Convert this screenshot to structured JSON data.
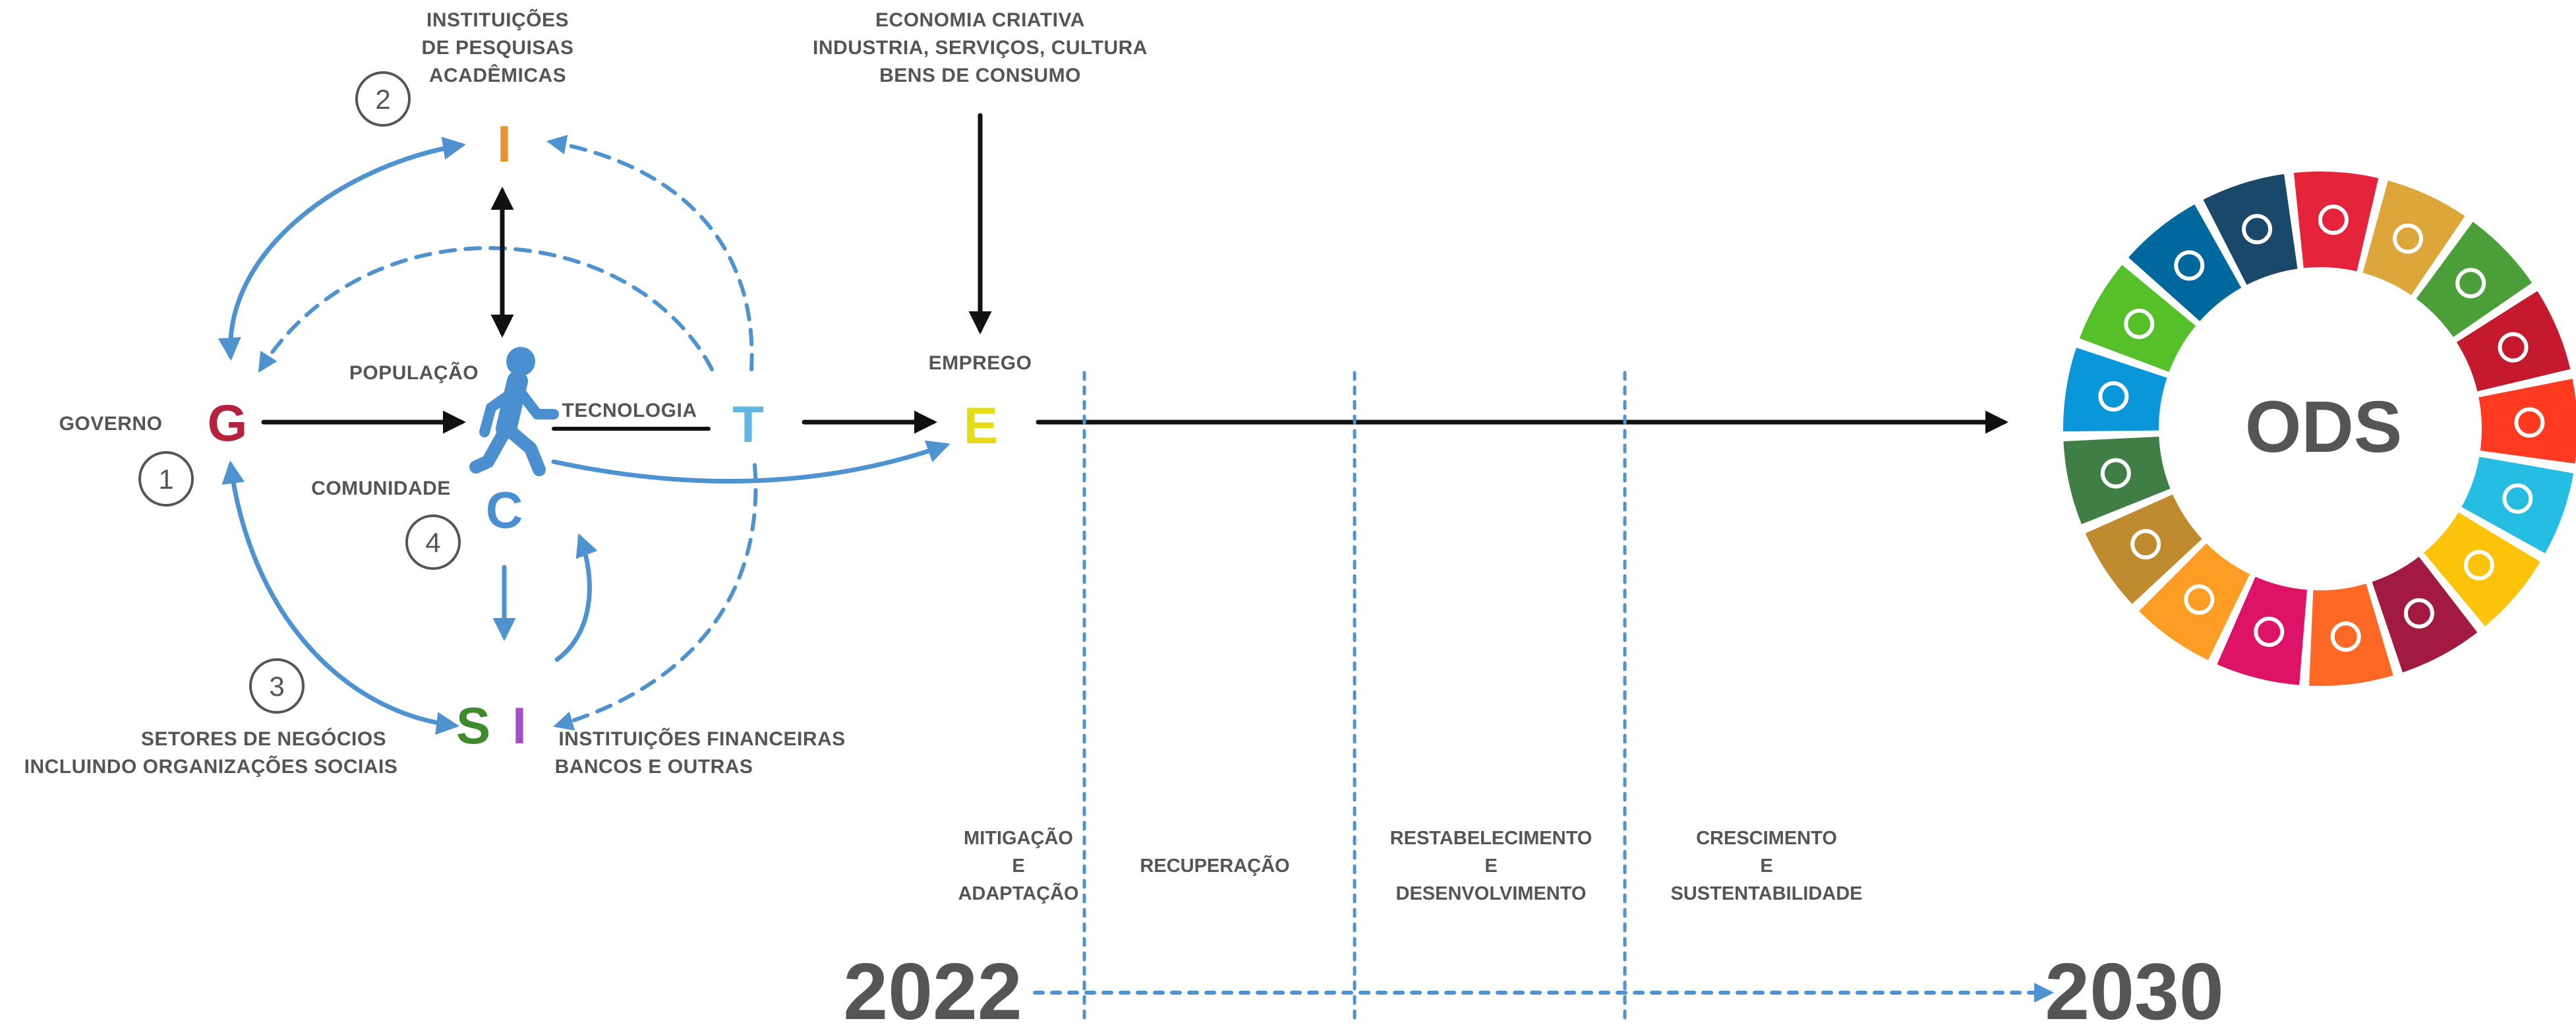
{
  "colors": {
    "G": "#B5223B",
    "I_top": "#E8912F",
    "T": "#62B7E2",
    "C": "#4A90D0",
    "S": "#3F8A2D",
    "I_bottom": "#A04FC6",
    "E": "#E5DB16",
    "walker": "#4A90D0",
    "arrow_blue": "#4E93CF",
    "arrow_black": "#111111",
    "text_gray": "#555555",
    "sdg_ring": [
      "#E5243B",
      "#DDA63A",
      "#4C9F38",
      "#C5192D",
      "#FF3A21",
      "#26BDE2",
      "#FCC30B",
      "#A21942",
      "#FD6925",
      "#DD1367",
      "#FD9D24",
      "#BF8B2E",
      "#3F7E44",
      "#0A97D9",
      "#56C02B",
      "#00689D",
      "#19486A"
    ]
  },
  "labels": {
    "instituicoes_l1": "INSTITUIÇÕES",
    "instituicoes_l2": "DE PESQUISAS",
    "instituicoes_l3": "ACADÊMICAS",
    "economia_l1": "ECONOMIA CRIATIVA",
    "economia_l2": "INDUSTRIA, SERVIÇOS, CULTURA",
    "economia_l3": "BENS DE CONSUMO",
    "emprego": "EMPREGO",
    "governo": "GOVERNO",
    "populacao": "POPULAÇÃO",
    "tecnologia": "TECNOLOGIA",
    "comunidade": "COMUNIDADE",
    "setores_l1": "SETORES DE NEGÓCIOS",
    "setores_l2": "INCLUINDO ORGANIZAÇÕES SOCIAIS",
    "financeiras_l1": "INSTITUIÇÕES FINANCEIRAS",
    "financeiras_l2": "BANCOS E OUTRAS"
  },
  "letters": {
    "G": "G",
    "I_top": "I",
    "T": "T",
    "C": "C",
    "S": "S",
    "I_bottom": "I",
    "E": "E"
  },
  "numbers": {
    "n1": "1",
    "n2": "2",
    "n3": "3",
    "n4": "4"
  },
  "phases": {
    "p1_l1": "MITIGAÇÃO",
    "p1_l2": "E",
    "p1_l3": "ADAPTAÇÃO",
    "p2_l1": "RECUPERAÇÃO",
    "p3_l1": "RESTABELECIMENTO",
    "p3_l2": "E",
    "p3_l3": "DESENVOLVIMENTO",
    "p4_l1": "CRESCIMENTO",
    "p4_l2": "E",
    "p4_l3": "SUSTENTABILIDADE"
  },
  "timeline": {
    "start_year": "2022",
    "end_year": "2030"
  },
  "ods": {
    "label": "ODS",
    "segment_icons": [
      "people-icon",
      "food-bowl-icon",
      "heartbeat-icon",
      "book-icon",
      "gender-icon",
      "water-drop-icon",
      "sun-icon",
      "growth-chart-icon",
      "cubes-icon",
      "equality-arrows-icon",
      "city-icon",
      "infinity-icon",
      "eye-globe-icon",
      "fish-icon",
      "tree-icon",
      "dove-icon",
      "flower-ring-icon"
    ]
  }
}
